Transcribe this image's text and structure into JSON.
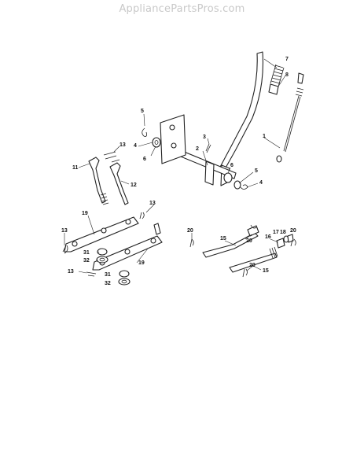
{
  "watermark": "AppliancePartsPros.com",
  "callouts": [
    {
      "id": "c7",
      "label": "7"
    },
    {
      "id": "c8",
      "label": "8"
    },
    {
      "id": "c5a",
      "label": "5"
    },
    {
      "id": "c3",
      "label": "3"
    },
    {
      "id": "c2",
      "label": "2"
    },
    {
      "id": "c1",
      "label": "1"
    },
    {
      "id": "c4a",
      "label": "4"
    },
    {
      "id": "c6a",
      "label": "6"
    },
    {
      "id": "c13a",
      "label": "13"
    },
    {
      "id": "c6b",
      "label": "6"
    },
    {
      "id": "c5b",
      "label": "5"
    },
    {
      "id": "c4b",
      "label": "4"
    },
    {
      "id": "c11",
      "label": "11"
    },
    {
      "id": "c12",
      "label": "12"
    },
    {
      "id": "c13b",
      "label": "13"
    },
    {
      "id": "c19a",
      "label": "19"
    },
    {
      "id": "c13c",
      "label": "13"
    },
    {
      "id": "c20a",
      "label": "20"
    },
    {
      "id": "c15a",
      "label": "15"
    },
    {
      "id": "c20b",
      "label": "20"
    },
    {
      "id": "c16",
      "label": "16"
    },
    {
      "id": "c17",
      "label": "17"
    },
    {
      "id": "c18",
      "label": "18"
    },
    {
      "id": "c20c",
      "label": "20"
    },
    {
      "id": "c31a",
      "label": "31"
    },
    {
      "id": "c32a",
      "label": "32"
    },
    {
      "id": "c19b",
      "label": "19"
    },
    {
      "id": "c13d",
      "label": "13"
    },
    {
      "id": "c31b",
      "label": "31"
    },
    {
      "id": "c32b",
      "label": "32"
    },
    {
      "id": "c20d",
      "label": "20"
    },
    {
      "id": "c15b",
      "label": "15"
    }
  ]
}
